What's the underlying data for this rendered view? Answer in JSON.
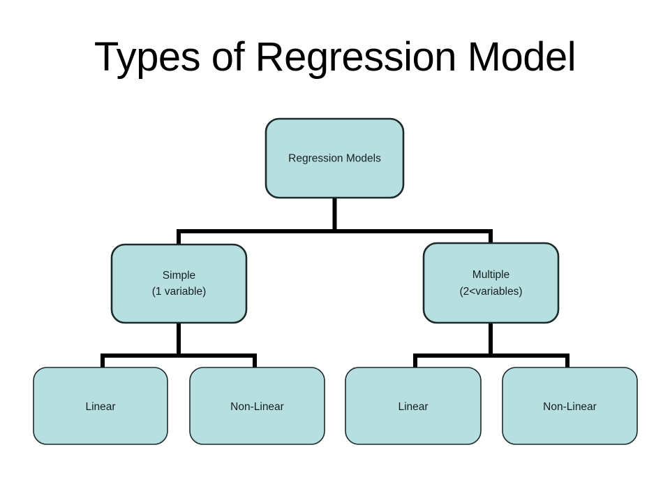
{
  "slide": {
    "title": "Types of Regression Model",
    "background_color": "#ffffff"
  },
  "theme": {
    "node_fill": "#b8dfe0",
    "node_border": "#1b2a2a",
    "connector_color": "#000000",
    "text_color": "#14201f",
    "title_color": "#000000"
  },
  "diagram": {
    "type": "tree",
    "root": {
      "id": "regression-models",
      "label": "Regression Models",
      "lines": [
        "Regression Models"
      ]
    },
    "level2": [
      {
        "id": "simple",
        "label": "Simple (1 variable)",
        "lines": [
          "Simple",
          "(1 variable)"
        ]
      },
      {
        "id": "multiple",
        "label": "Multiple (2<variables)",
        "lines": [
          "Multiple",
          "(2<variables)"
        ]
      }
    ],
    "level3": [
      {
        "id": "simple-linear",
        "label": "Linear",
        "lines": [
          "Linear"
        ]
      },
      {
        "id": "simple-non-linear",
        "label": "Non-Linear",
        "lines": [
          "Non-Linear"
        ]
      },
      {
        "id": "multiple-linear",
        "label": "Linear",
        "lines": [
          "Linear"
        ]
      },
      {
        "id": "multiple-non-linear",
        "label": "Non-Linear",
        "lines": [
          "Non-Linear"
        ]
      }
    ]
  }
}
